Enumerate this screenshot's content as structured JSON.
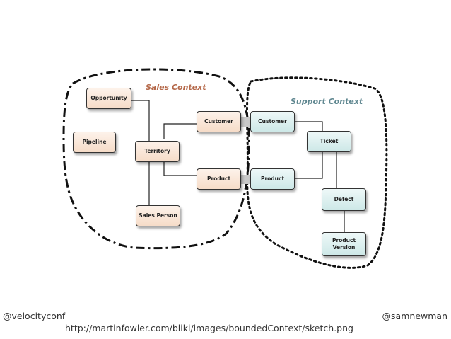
{
  "contexts": {
    "sales": {
      "title": "Sales Context",
      "color": "#b5694a"
    },
    "support": {
      "title": "Support Context",
      "color": "#5f8790"
    }
  },
  "nodes": {
    "opportunity": "Opportunity",
    "pipeline": "Pipeline",
    "territory": "Territory",
    "sales_person": "Sales Person",
    "sales_customer": "Customer",
    "sales_product": "Product",
    "support_customer": "Customer",
    "support_product": "Product",
    "ticket": "Ticket",
    "defect": "Defect",
    "product_version_line1": "Product",
    "product_version_line2": "Version"
  },
  "colors": {
    "sales_fill": "#f6dcc8",
    "support_fill": "#cde8e7",
    "link_fill": "#c9c9c9"
  },
  "footer": {
    "left": "@velocityconf",
    "right": "@samnewman",
    "url": "http://martinfowler.com/bliki/images/boundedContext/sketch.png"
  }
}
